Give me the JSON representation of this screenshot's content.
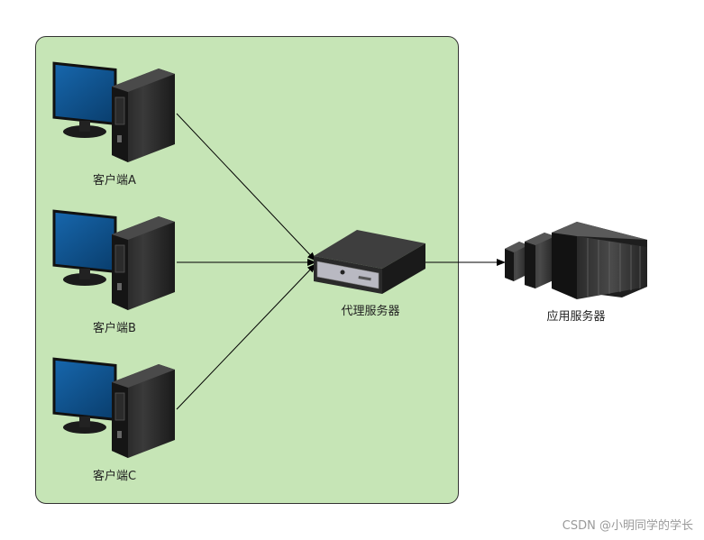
{
  "clients": [
    {
      "label": "客户端A"
    },
    {
      "label": "客户端B"
    },
    {
      "label": "客户端C"
    }
  ],
  "proxy": {
    "label": "代理服务器"
  },
  "app_server": {
    "label": "应用服务器"
  },
  "watermark": "CSDN @小明同学的学长",
  "colors": {
    "zone_fill": "#c6e5b6",
    "monitor_screen": "#0c4f8a",
    "tower": "#2e2e2e",
    "line": "#000000"
  }
}
